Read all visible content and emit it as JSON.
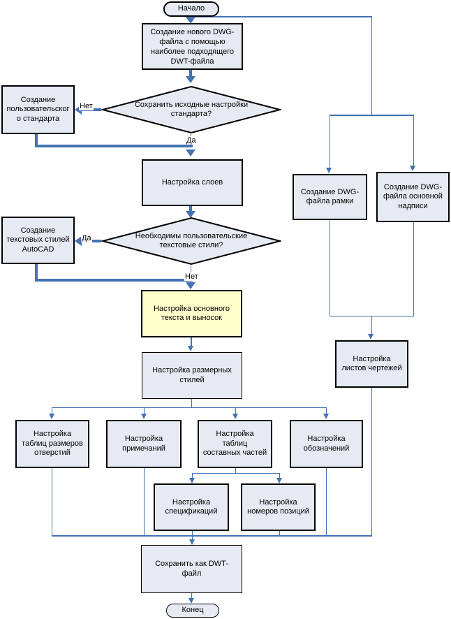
{
  "colors": {
    "node_fill": "#e6eaf3",
    "highlight_fill": "#ffffcc",
    "line": "#4472b4",
    "border": "#000000"
  },
  "nodes": {
    "start": {
      "label": "Начало"
    },
    "create_dwg": {
      "label": "Создание нового DWG-\nфайла с помощью\nнаиболее подходящего\nDWT-файла"
    },
    "decision_standard": {
      "label": "Сохранить исходные настройки\nстандарта?"
    },
    "custom_standard": {
      "label": "Создание\nпользовательског\nо стандарта"
    },
    "layers": {
      "label": "Настройка слоев"
    },
    "decision_text_styles": {
      "label": "Необходимы пользовательские\nтекстовые стили?"
    },
    "text_styles": {
      "label": "Создание\nтекстовых стилей\nAutoCAD"
    },
    "main_text": {
      "label": "Настройка основного\nтекста и выносок"
    },
    "dim_styles": {
      "label": "Настройка размерных\nстилей"
    },
    "hole_tables": {
      "label": "Настройка\nтаблиц размеров\nотверстий"
    },
    "notes": {
      "label": "Настройка\nпримечаний"
    },
    "parts_tables": {
      "label": "Настройка\nтаблиц\nсоставных частей"
    },
    "symbols": {
      "label": "Настройка\nобозначений"
    },
    "specs": {
      "label": "Настройка\nспецификаций"
    },
    "item_numbers": {
      "label": "Настройка\nномеров позиций"
    },
    "dwg_frame": {
      "label": "Создание DWG-\nфайла рамки"
    },
    "dwg_title_block": {
      "label": "Создание DWG-\nфайла основной\nнадписи"
    },
    "sheets": {
      "label": "Настройка\nлистов чертежей"
    },
    "save_dwt": {
      "label": "Сохранить как DWT-\nфайл"
    },
    "end": {
      "label": "Конец"
    }
  },
  "edge_labels": {
    "d1_no": "Нет",
    "d1_yes": "Да",
    "d2_yes": "Да",
    "d2_no": "Нет"
  }
}
